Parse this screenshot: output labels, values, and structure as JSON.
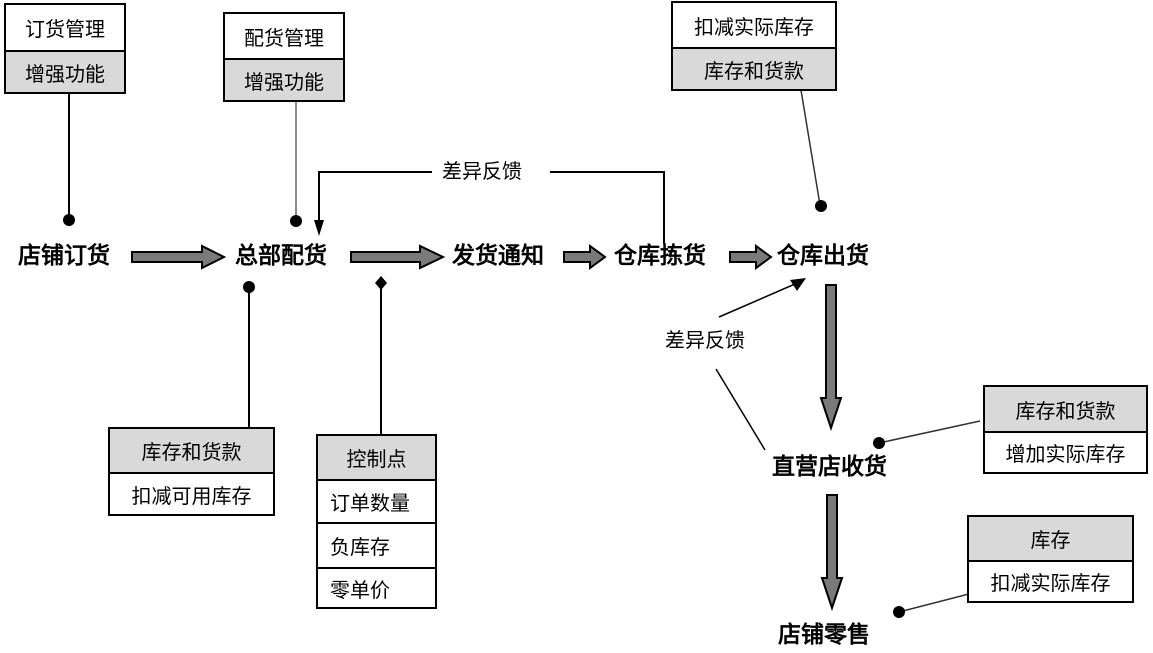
{
  "colors": {
    "arrow_fill": "#7a7a7a",
    "arrow_stroke": "#000000",
    "header_gray": "#d9d9d9",
    "line": "#000000",
    "thin_line_gray": "#555555"
  },
  "nodes": {
    "store_order": "店铺订货",
    "hq_distribution": "总部配货",
    "shipping_notice": "发货通知",
    "warehouse_picking": "仓库拣货",
    "warehouse_outbound": "仓库出货",
    "direct_store_receiving": "直营店收货",
    "store_retail": "店铺零售"
  },
  "feedback_labels": {
    "top": "差异反馈",
    "right": "差异反馈"
  },
  "boxes": {
    "order_management": {
      "rows": [
        "订货管理",
        "增强功能"
      ]
    },
    "distribution_management": {
      "rows": [
        "配货管理",
        "增强功能"
      ]
    },
    "outbound_inventory": {
      "rows": [
        "扣减实际库存",
        "库存和货款"
      ]
    },
    "hq_inventory": {
      "rows": [
        "库存和货款",
        "扣减可用库存"
      ]
    },
    "control_points": {
      "rows": [
        "控制点",
        "订单数量",
        "负库存",
        "零单价"
      ]
    },
    "receiving_inventory": {
      "rows": [
        "库存和货款",
        "增加实际库存"
      ]
    },
    "retail_inventory": {
      "rows": [
        "库存",
        "扣减实际库存"
      ]
    }
  }
}
